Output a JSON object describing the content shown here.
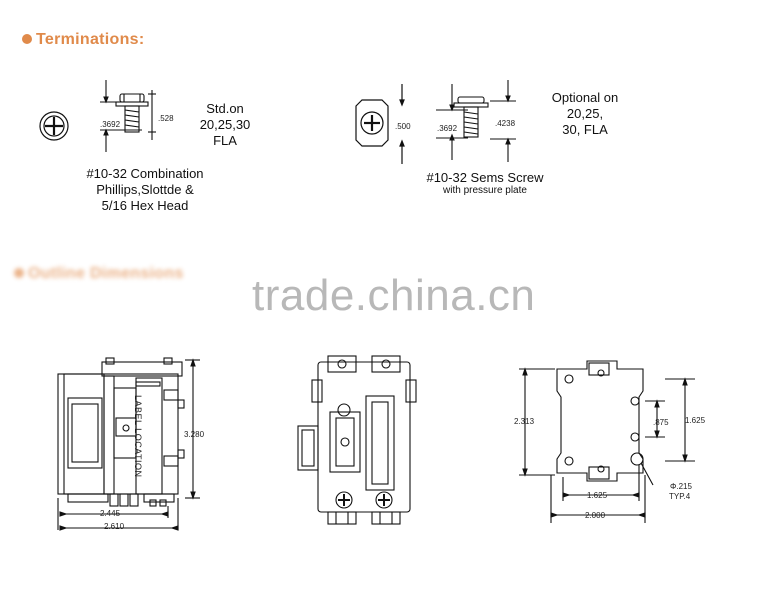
{
  "terminations": {
    "heading": "Terminations:",
    "left": {
      "dim_height": ".3692",
      "dim_length": ".528",
      "availability": [
        "Std.on",
        "20,25,30",
        "FLA"
      ],
      "caption": [
        "#10-32 Combination",
        "Phillips,Slottde &",
        "5/16 Hex Head"
      ]
    },
    "right": {
      "dim_width": ".500",
      "dim_height": ".3692",
      "dim_length": ".4238",
      "availability": [
        "Optional on",
        "20,25,",
        "30, FLA"
      ],
      "caption": "#10-32 Sems Screw",
      "sub_caption": "with pressure plate"
    }
  },
  "outline": {
    "heading": "Outline Dimensions",
    "side_view": {
      "label": "LABEL LOCATION",
      "height": "3.280",
      "width_inner": "2.445",
      "width_outer": "2.610"
    },
    "bottom_view": {
      "height": "2.313",
      "hole_spacing": ".875",
      "height_inner": "1.625",
      "width_inner": "1.625",
      "width_outer": "2.000",
      "hole_dia": "Φ.215",
      "hole_note": "TYP.4"
    }
  },
  "watermark": "trade.china.cn"
}
